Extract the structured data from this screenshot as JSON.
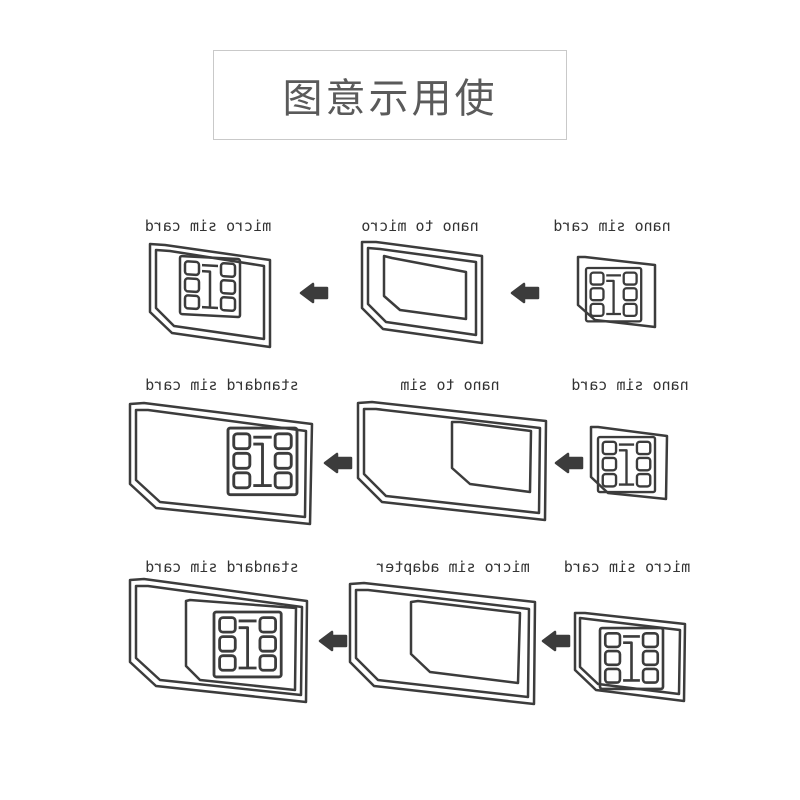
{
  "title": "图意示用使",
  "rows": [
    {
      "labels": [
        "micro sim card",
        "nano to micro",
        "nano sim card"
      ]
    },
    {
      "labels": [
        "standard sim card",
        "nano to sim",
        "nano sim card"
      ]
    },
    {
      "labels": [
        "standard sim card",
        "micro sim adapter",
        "micro sim card"
      ]
    }
  ],
  "colors": {
    "stroke": "#3c3c3c",
    "arrow": "#3c3c3c",
    "title_border": "#c9c9c9"
  }
}
